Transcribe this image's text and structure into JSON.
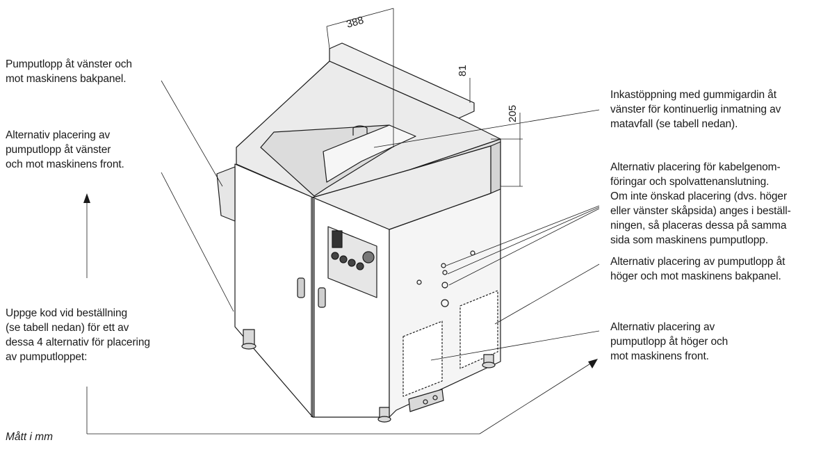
{
  "annotations": {
    "pump_left_back": "Pumputlopp åt vänster och\nmot maskinens bakpanel.",
    "pump_left_front": "Alternativ placering av\npumputlopp åt vänster\noch mot maskinens front.",
    "order_code": "Uppge kod vid beställning\n(se tabell nedan) för ett av\ndessa 4 alternativ för placering\nav pumputloppet:",
    "feed_opening": "Inkastöppning med gummigardin åt\nvänster för kontinuerlig inmatning av\nmatavfall (se tabell nedan).",
    "cable_entries": "Alternativ placering för kabelgenom-\nföringar och spolvattenanslutning.\nOm inte önskad placering (dvs. höger\neller vänster skåpsida) anges i beställ-\nningen, så placeras dessa på samma\nsida som maskinens pumputlopp.",
    "pump_right_back": "Alternativ placering av pumputlopp åt\nhöger och mot maskinens bakpanel.",
    "pump_right_front": "Alternativ placering av\npumputlopp åt höger och\nmot maskinens front."
  },
  "dimensions": {
    "width_top": "388",
    "height_step": "81",
    "height_side": "205"
  },
  "footnote": "Mått i mm",
  "colors": {
    "line": "#1a1a1a",
    "panel_front": "#ffffff",
    "panel_side": "#f2f2f2",
    "panel_top": "#e6e6e6",
    "panel_dark": "#c8c8c8"
  }
}
